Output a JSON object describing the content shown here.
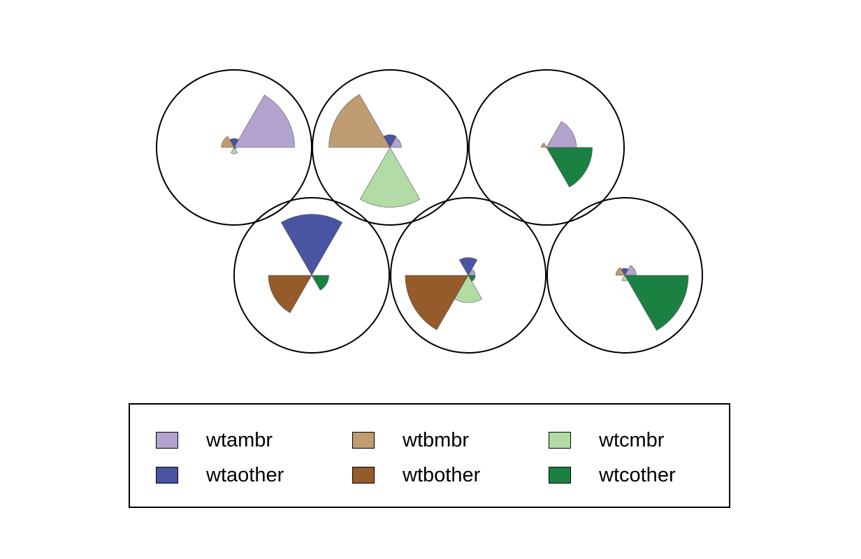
{
  "chart_data": {
    "type": "radial_sector_map",
    "legend_placement": "bottom",
    "series": [
      {
        "name": "wtambr",
        "color": "#b3a3cf"
      },
      {
        "name": "wtbmbr",
        "color": "#bf9c72"
      },
      {
        "name": "wtcmbr",
        "color": "#b2dba6"
      },
      {
        "name": "wtaother",
        "color": "#4954a3"
      },
      {
        "name": "wtbother",
        "color": "#955b2b"
      },
      {
        "name": "wtcother",
        "color": "#1b8142"
      }
    ],
    "nodes": [
      {
        "id": 1,
        "values": {
          "wtambr": 0.95,
          "wtaother": 0.14,
          "wtbmbr": 0.2,
          "wtbother": 0.0,
          "wtcmbr": 0.1,
          "wtcother": 0.03
        }
      },
      {
        "id": 2,
        "values": {
          "wtambr": 0.18,
          "wtaother": 0.2,
          "wtbmbr": 0.96,
          "wtbother": 0.0,
          "wtcmbr": 0.94,
          "wtcother": 0.0
        }
      },
      {
        "id": 3,
        "values": {
          "wtambr": 0.47,
          "wtaother": 0.0,
          "wtbmbr": 0.08,
          "wtbother": 0.0,
          "wtcmbr": 0.0,
          "wtcother": 0.72
        }
      },
      {
        "id": 4,
        "values": {
          "wtambr": 0.0,
          "wtaother": 0.96,
          "wtbmbr": 0.0,
          "wtbother": 0.68,
          "wtcmbr": 0.0,
          "wtcother": 0.27
        }
      },
      {
        "id": 5,
        "values": {
          "wtambr": 0.11,
          "wtaother": 0.28,
          "wtbmbr": 0.0,
          "wtbother": 0.99,
          "wtcmbr": 0.43,
          "wtcother": 0.11
        }
      },
      {
        "id": 6,
        "values": {
          "wtambr": 0.18,
          "wtaother": 0.11,
          "wtbmbr": 0.14,
          "wtbother": 0.0,
          "wtcmbr": 0.09,
          "wtcother": 1.0
        }
      }
    ]
  }
}
